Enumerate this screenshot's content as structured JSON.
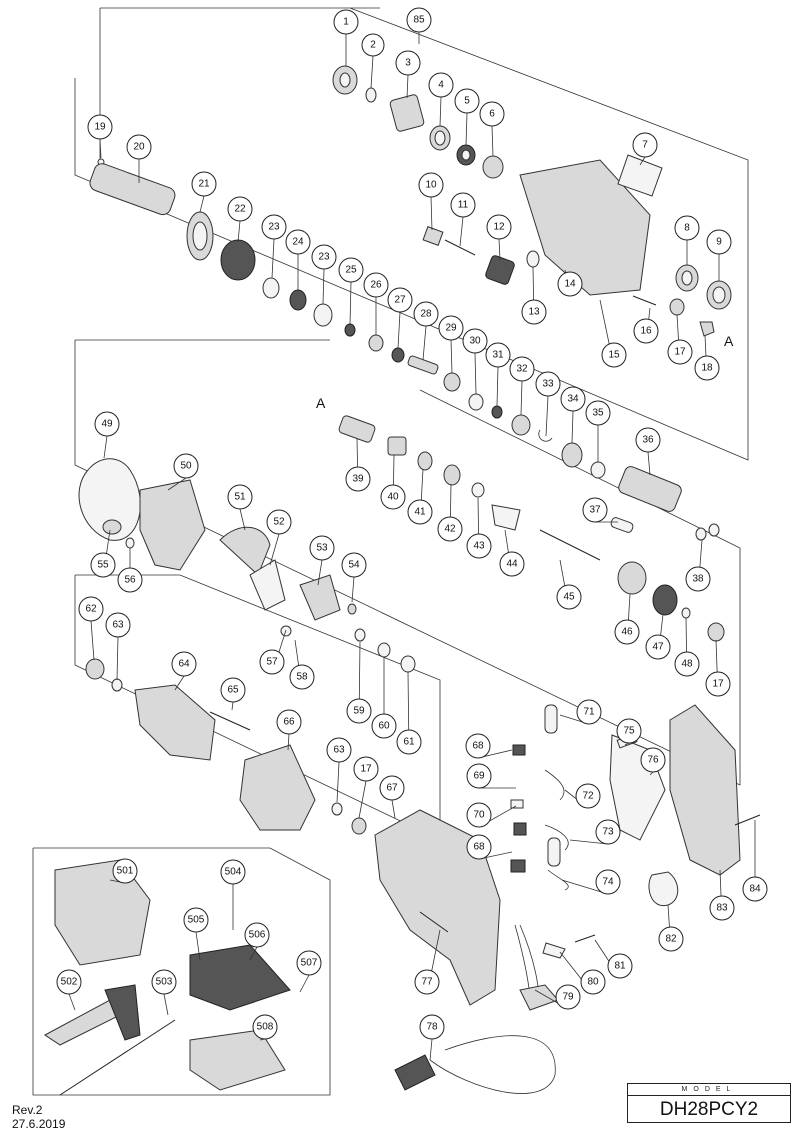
{
  "model": {
    "label": "MODEL",
    "value": "DH28PCY2"
  },
  "revision": "Rev.2",
  "date": "27.6.2019",
  "ref_markers": [
    "A",
    "A"
  ],
  "callouts": [
    "1",
    "2",
    "85",
    "3",
    "4",
    "5",
    "6",
    "19",
    "20",
    "21",
    "22",
    "7",
    "10",
    "11",
    "23",
    "24",
    "23",
    "12",
    "8",
    "9",
    "13",
    "25",
    "26",
    "27",
    "14",
    "28",
    "29",
    "16",
    "30",
    "31",
    "32",
    "17",
    "18",
    "15",
    "33",
    "34",
    "35",
    "39",
    "36",
    "49",
    "50",
    "40",
    "41",
    "37",
    "51",
    "52",
    "42",
    "43",
    "44",
    "38",
    "53",
    "55",
    "56",
    "54",
    "45",
    "46",
    "47",
    "62",
    "63",
    "57",
    "58",
    "48",
    "17",
    "59",
    "60",
    "64",
    "65",
    "61",
    "71",
    "66",
    "68",
    "75",
    "76",
    "63",
    "17",
    "67",
    "69",
    "72",
    "70",
    "73",
    "68",
    "74",
    "84",
    "501",
    "504",
    "83",
    "505",
    "506",
    "82",
    "507",
    "77",
    "81",
    "502",
    "503",
    "80",
    "79",
    "508",
    "78"
  ]
}
